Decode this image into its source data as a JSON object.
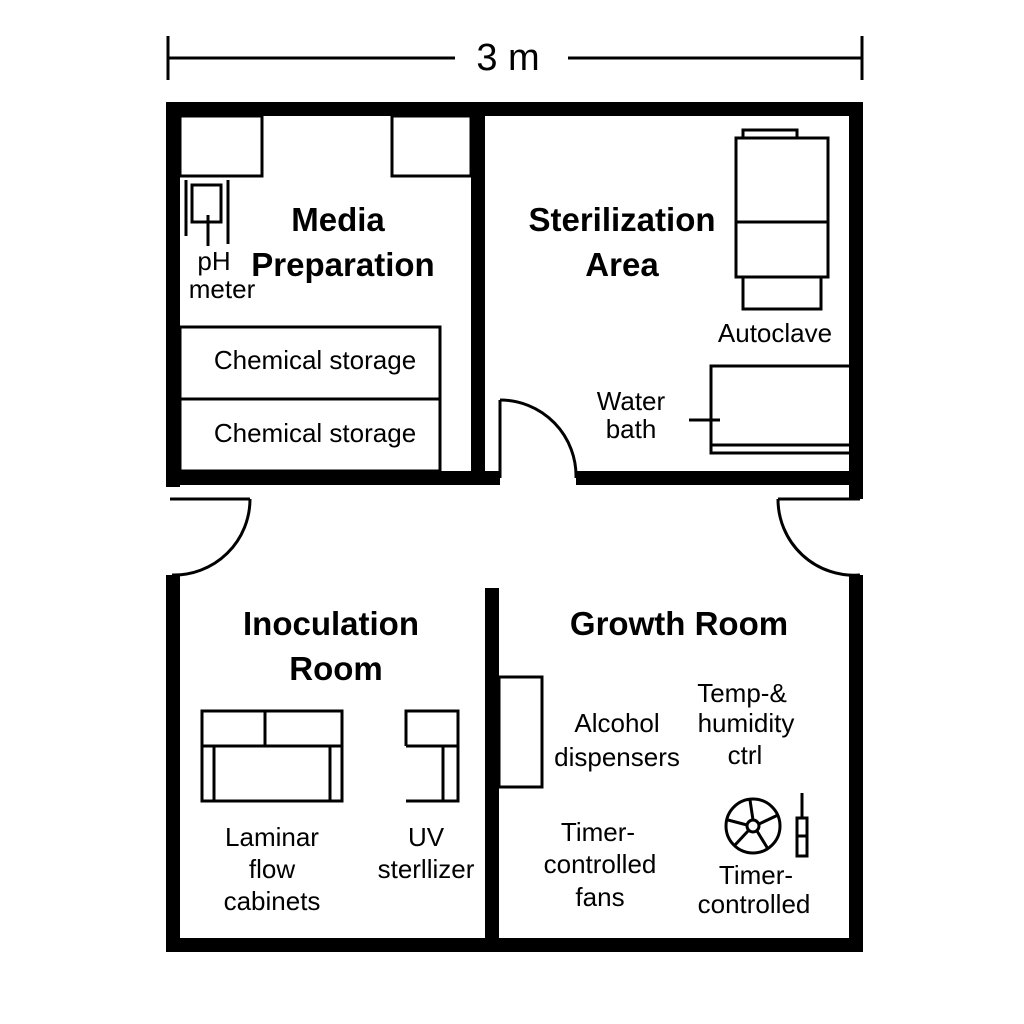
{
  "scale": {
    "label": "3 m"
  },
  "rooms": {
    "media": {
      "title_line1": "Media",
      "title_line2": "Preparation",
      "ph_line1": "pH",
      "ph_line2": "meter",
      "storage1": "Chemical storage",
      "storage2": "Chemical storage"
    },
    "sterilization": {
      "title_line1": "Sterilization",
      "title_line2": "Area",
      "autoclave": "Autoclave",
      "water_line1": "Water",
      "water_line2": "bath"
    },
    "inoculation": {
      "title_line1": "Inoculation",
      "title_line2": "Room",
      "laminar_line1": "Laminar",
      "laminar_line2": "flow",
      "laminar_line3": "cabinets",
      "uv_line1": "UV",
      "uv_line2": "sterllizer"
    },
    "growth": {
      "title": "Growth Room",
      "alcohol_line1": "Alcohol",
      "alcohol_line2": "dispensers",
      "temp_line1": "Temp-&",
      "temp_line2": "humidity",
      "temp_line3": "ctrl",
      "fans_line1": "Timer-",
      "fans_line2": "controlled",
      "fans_line3": "fans",
      "timer_line1": "Timer-",
      "timer_line2": "controlled"
    }
  }
}
